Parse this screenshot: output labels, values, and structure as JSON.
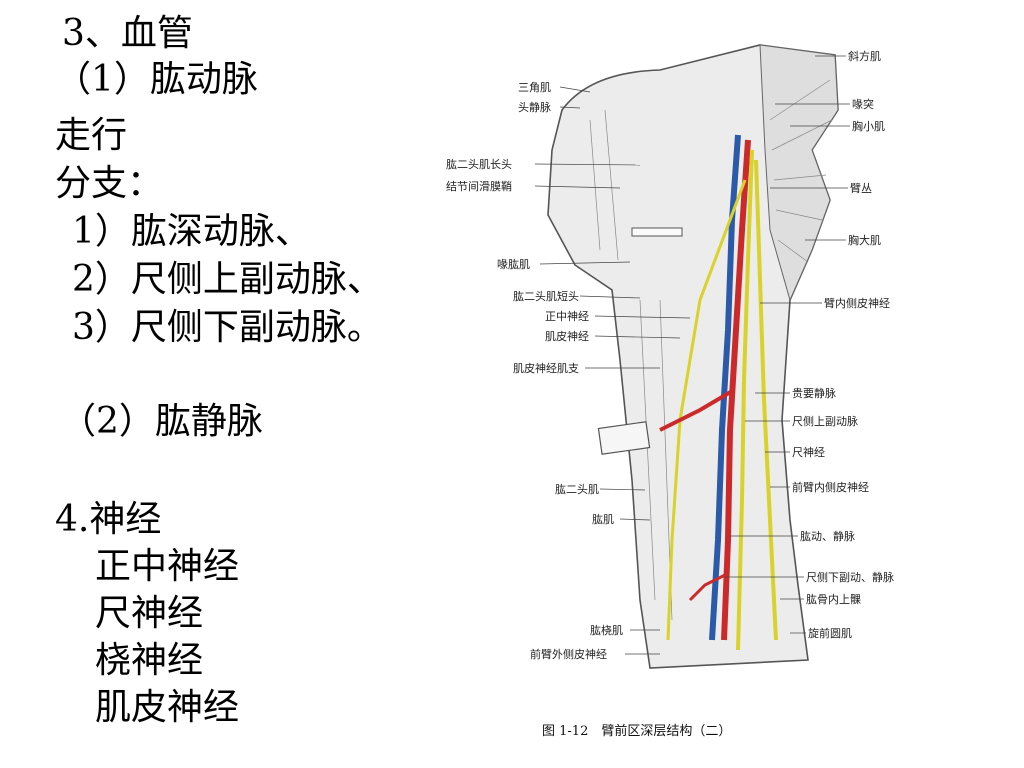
{
  "text": {
    "heading": "3、血管",
    "artery": "（1）肱动脉",
    "course": "走行",
    "branches": "分支：",
    "branch1": "1）肱深动脉、",
    "branch2": "2）尺侧上副动脉、",
    "branch3": "3）尺侧下副动脉。",
    "vein": "（2）肱静脉",
    "nerves": "4.神经",
    "nerve1": "正中神经",
    "nerve2": "尺神经",
    "nerve3": "桡神经",
    "nerve4": "肌皮神经"
  },
  "figure": {
    "labels_left": [
      "三角肌",
      "头静脉",
      "肱二头肌长头",
      "结节间滑膜鞘",
      "喙肱肌",
      "肱二头肌短头",
      "正中神经",
      "肌皮神经",
      "肌皮神经肌支",
      "肱二头肌",
      "肱肌",
      "肱桡肌",
      "前臂外侧皮神经"
    ],
    "labels_right": [
      "斜方肌",
      "喙突",
      "胸小肌",
      "臂丛",
      "胸大肌",
      "臂内侧皮神经",
      "贵要静脉",
      "尺侧上副动脉",
      "尺神经",
      "前臂内侧皮神经",
      "肱动、静脉",
      "尺侧下副动、静脉",
      "肱骨内上髁",
      "旋前圆肌"
    ],
    "caption": "图 1-12　臂前区深层结构（二）"
  },
  "colors": {
    "artery": "#cc2a2a",
    "vein": "#2a5aa8",
    "nerve": "#d8d22a"
  }
}
